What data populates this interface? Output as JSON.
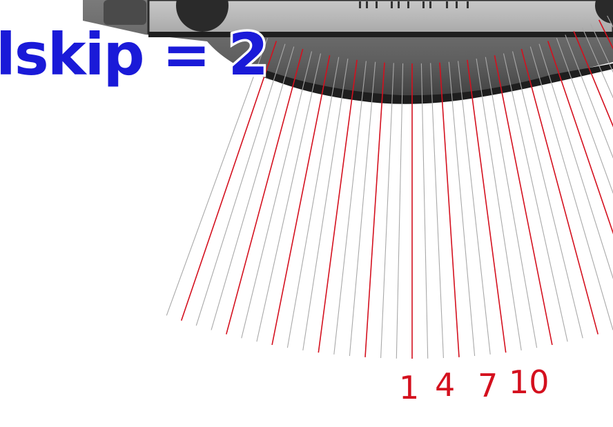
{
  "title": "lskip = 2",
  "ray_labels": [
    "1",
    "4",
    "7",
    "10"
  ],
  "colors": {
    "highlighted_ray": "#d4101e",
    "regular_ray": "#a8a8a8",
    "title": "#1a1ad8",
    "title_outline": "#ffffff"
  },
  "skip_interval": 3
}
